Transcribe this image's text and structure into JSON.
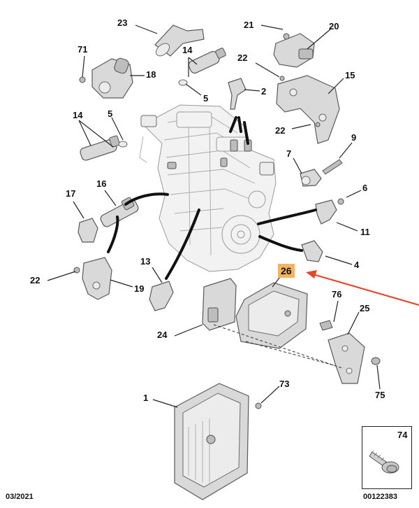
{
  "callouts": {
    "c23": "23",
    "c14a": "14",
    "c5a": "5",
    "c71": "71",
    "c18": "18",
    "c21": "21",
    "c20": "20",
    "c22a": "22",
    "c2": "2",
    "c15": "15",
    "c22b": "22",
    "c9": "9",
    "c7": "7",
    "c14b": "14",
    "c5b": "5",
    "c17": "17",
    "c16": "16",
    "c6": "6",
    "c11": "11",
    "c4": "4",
    "c26": "26",
    "c13": "13",
    "c22c": "22",
    "c19": "19",
    "c76": "76",
    "c25": "25",
    "c24": "24",
    "c75": "75",
    "c1": "1",
    "c73": "73",
    "c74": "74"
  },
  "footer": {
    "date": "03/2021",
    "reference": "00122383"
  },
  "colors": {
    "highlight": "#f3b462",
    "pointer_arrow": "#e4472b"
  }
}
